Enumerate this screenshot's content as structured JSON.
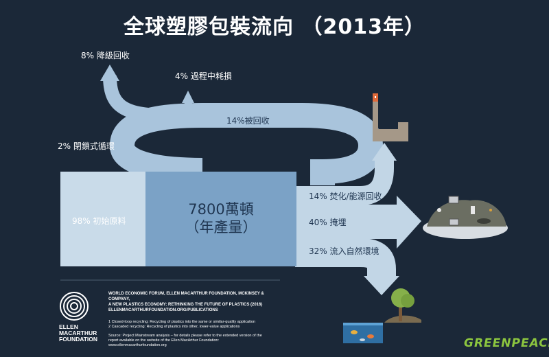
{
  "title": "全球塑膠包裝流向 （2013年）",
  "labels": {
    "downcycling": "8% 降級回收",
    "process_loss": "4% 過程中耗損",
    "recycled": "14%被回收",
    "closed_loop": "2% 閉鎖式循環",
    "virgin": "98% 初始原料",
    "annual_line1": "7800萬頓",
    "annual_line2": "（年產量）",
    "incineration": "14% 焚化/能源回收",
    "landfill": "40% 掩埋",
    "leakage": "32% 流入自然環境"
  },
  "credits": {
    "line1": "WORLD ECONOMIC FORUM, ELLEN MACARTHUR FOUNDATION, MCKINSEY & COMPANY,",
    "line2": "A NEW PLASTICS ECONOMY: RETHINKING THE FUTURE OF PLASTICS (2016)",
    "line3": "ELLENMACARTHURFOUNDATION.ORG/PUBLICATIONS",
    "note1": "1 Closed-loop recycling: Recycling of plastics into the same or similar-quality application",
    "note2": "2 Cascaded recycling: Recycling of plastics into other, lower-value applications",
    "source1": "Source: Project Mainstream analysis – for details please refer to the extended version of the",
    "source2": "report available on the website of the Ellen MacArthur Foundation:",
    "source3": "www.ellenmacarthurfoundation.org"
  },
  "logo": {
    "line1": "ELLEN",
    "line2": "MACARTHUR",
    "line3": "FOUNDATION"
  },
  "watermark": "GREENPEACE",
  "colors": {
    "background": "#1b2838",
    "flow_light": "#c2d6e6",
    "flow_mid": "#a9c4dc",
    "flow_main": "#7ba2c6",
    "flow_virgin": "#c9dbe9",
    "brand_green": "#8cc63f"
  }
}
